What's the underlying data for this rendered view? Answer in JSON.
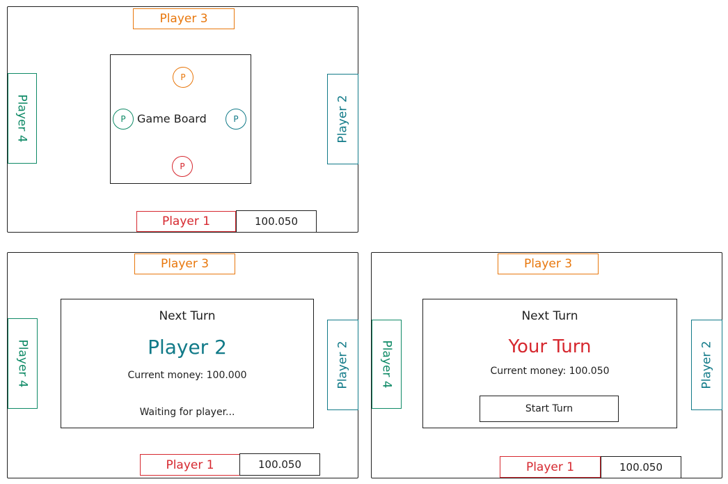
{
  "players": {
    "p1": "Player 1",
    "p2": "Player 2",
    "p3": "Player 3",
    "p4": "Player 4"
  },
  "money_display": "100.050",
  "board": {
    "title": "Game Board",
    "pawn_label": "P"
  },
  "waiting_dialog": {
    "heading": "Next Turn",
    "player": "Player 2",
    "money_line": "Current money: 100.000",
    "status": "Waiting for player..."
  },
  "turn_dialog": {
    "heading": "Next Turn",
    "player": "Your Turn",
    "money_line": "Current money: 100.050",
    "button": "Start Turn"
  },
  "colors": {
    "player1": "#d6282f",
    "player2": "#117a88",
    "player3": "#e8770c",
    "player4": "#0f8a66"
  }
}
